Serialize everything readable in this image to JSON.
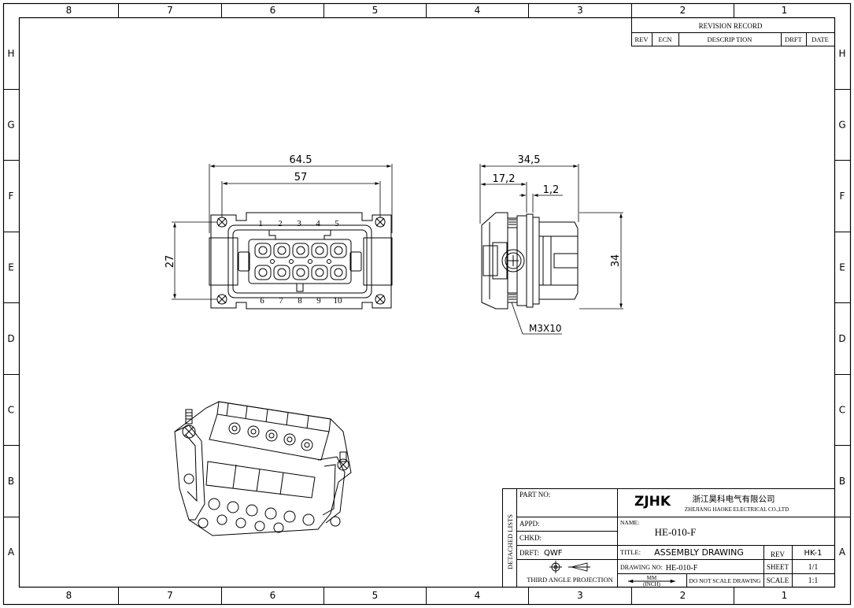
{
  "zones": {
    "columns": [
      "8",
      "7",
      "6",
      "5",
      "4",
      "3",
      "2",
      "1"
    ],
    "rows": [
      "H",
      "G",
      "F",
      "E",
      "D",
      "C",
      "B",
      "A"
    ]
  },
  "revision": {
    "title": "REVISION RECORD",
    "headers": [
      "REV",
      "ECN",
      "DESCRIP TION",
      "DRFT",
      "DATE"
    ]
  },
  "front_view": {
    "dims": {
      "overall_width": "64.5",
      "hole_spacing": "57",
      "height": "27"
    },
    "pins_top": [
      "1",
      "2",
      "3",
      "4",
      "5"
    ],
    "pins_bottom": [
      "6",
      "7",
      "8",
      "9",
      "10"
    ]
  },
  "side_view": {
    "dims": {
      "overall_depth": "34,5",
      "partial_depth": "17,2",
      "step": "1,2",
      "height": "34"
    },
    "screw_callout": "M3X10"
  },
  "title_block": {
    "detached_lists": "DETACHED LISTS",
    "part_no_label": "PART NO:",
    "appd_label": "APPD:",
    "chkd_label": "CHKD:",
    "drft_label": "DRFT:",
    "drft_value": "QWF",
    "projection": "THIRD ANGLE PROJECTION",
    "logo": "ZJHK",
    "company_cn": "浙江昊科电气有限公司",
    "company_en": "ZHEJIANG HAOKE ELECTRICAL CO.,LTD",
    "name_label": "NAME:",
    "name_value": "HE-010-F",
    "title_label": "TITLE:",
    "title_value": "ASSEMBLY DRAWING",
    "rev_label": "REV",
    "rev_value": "HK-1",
    "drawing_no_label": "DRAWING NO:",
    "drawing_no_value": "HE-010-F",
    "sheet_label": "SHEET",
    "sheet_value": "1/1",
    "units_mm": "MM",
    "units_inch": "(INCH)",
    "no_scale": "DO NOT SCALE DRAWING",
    "scale_label": "SCALE",
    "scale_value": "1:1"
  }
}
